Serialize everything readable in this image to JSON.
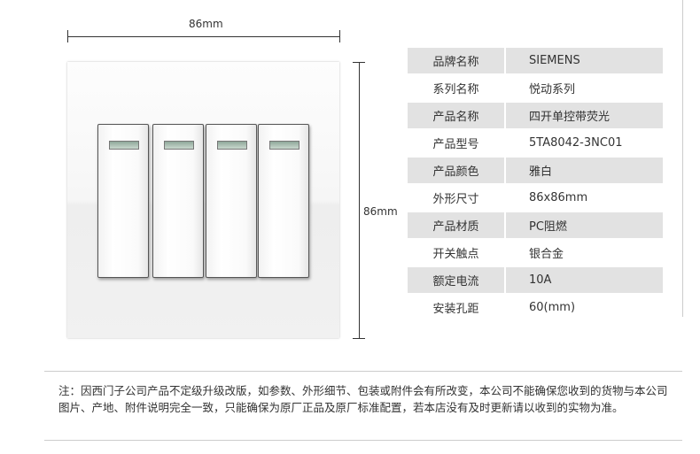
{
  "dimensions": {
    "width_label": "86mm",
    "height_label": "86mm"
  },
  "specs": [
    {
      "label": "品牌名称",
      "value": "SIEMENS"
    },
    {
      "label": "系列名称",
      "value": "悦动系列"
    },
    {
      "label": "产品名称",
      "value": "四开单控带荧光"
    },
    {
      "label": "产品型号",
      "value": "5TA8042-3NC01"
    },
    {
      "label": "产品颜色",
      "value": "雅白"
    },
    {
      "label": "外形尺寸",
      "value": "86x86mm"
    },
    {
      "label": "产品材质",
      "value": "PC阻燃"
    },
    {
      "label": "开关触点",
      "value": "银合金"
    },
    {
      "label": "额定电流",
      "value": "10A"
    },
    {
      "label": "安装孔距",
      "value": "60(mm)"
    }
  ],
  "note": "注：因西门子公司产品不定级升级改版，如参数、外形细节、包装或附件会有所改变，本公司不能确保您收到的货物与本公司图片、产地、附件说明完全一致，只能确保为原厂正品及原厂标准配置，若本店没有及时更新请以收到的实物为准。"
}
